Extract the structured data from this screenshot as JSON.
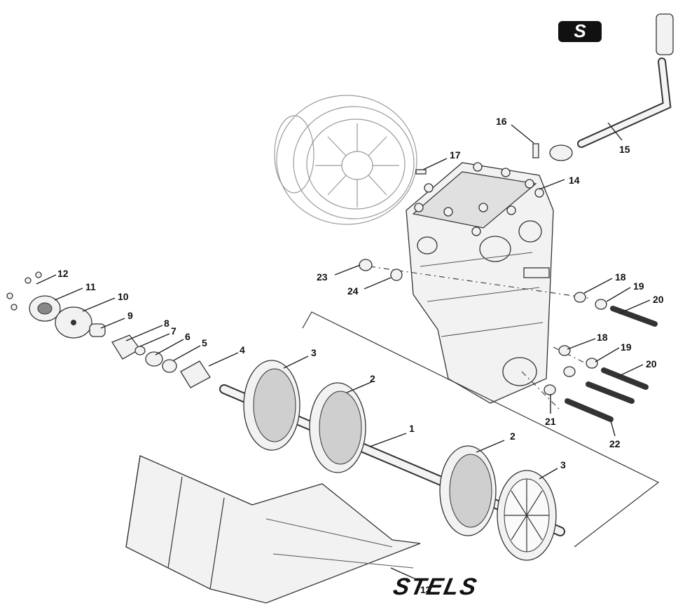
{
  "diagram": {
    "brand_logo_text": "STELS",
    "brand_badge_letter": "S",
    "callouts": [
      {
        "id": "c1",
        "text": "1"
      },
      {
        "id": "c2a",
        "text": "2"
      },
      {
        "id": "c2b",
        "text": "2"
      },
      {
        "id": "c3a",
        "text": "3"
      },
      {
        "id": "c3b",
        "text": "3"
      },
      {
        "id": "c4",
        "text": "4"
      },
      {
        "id": "c5",
        "text": "5"
      },
      {
        "id": "c6",
        "text": "6"
      },
      {
        "id": "c7",
        "text": "7"
      },
      {
        "id": "c8",
        "text": "8"
      },
      {
        "id": "c9",
        "text": "9"
      },
      {
        "id": "c10",
        "text": "10"
      },
      {
        "id": "c11",
        "text": "11"
      },
      {
        "id": "c12",
        "text": "12"
      },
      {
        "id": "c13",
        "text": "13"
      },
      {
        "id": "c14",
        "text": "14"
      },
      {
        "id": "c15",
        "text": "15"
      },
      {
        "id": "c16",
        "text": "16"
      },
      {
        "id": "c17",
        "text": "17"
      },
      {
        "id": "c18a",
        "text": "18"
      },
      {
        "id": "c18b",
        "text": "18"
      },
      {
        "id": "c19a",
        "text": "19"
      },
      {
        "id": "c19b",
        "text": "19"
      },
      {
        "id": "c20a",
        "text": "20"
      },
      {
        "id": "c20b",
        "text": "20"
      },
      {
        "id": "c21",
        "text": "21"
      },
      {
        "id": "c22",
        "text": "22"
      },
      {
        "id": "c23",
        "text": "23"
      },
      {
        "id": "c24",
        "text": "24"
      }
    ]
  }
}
